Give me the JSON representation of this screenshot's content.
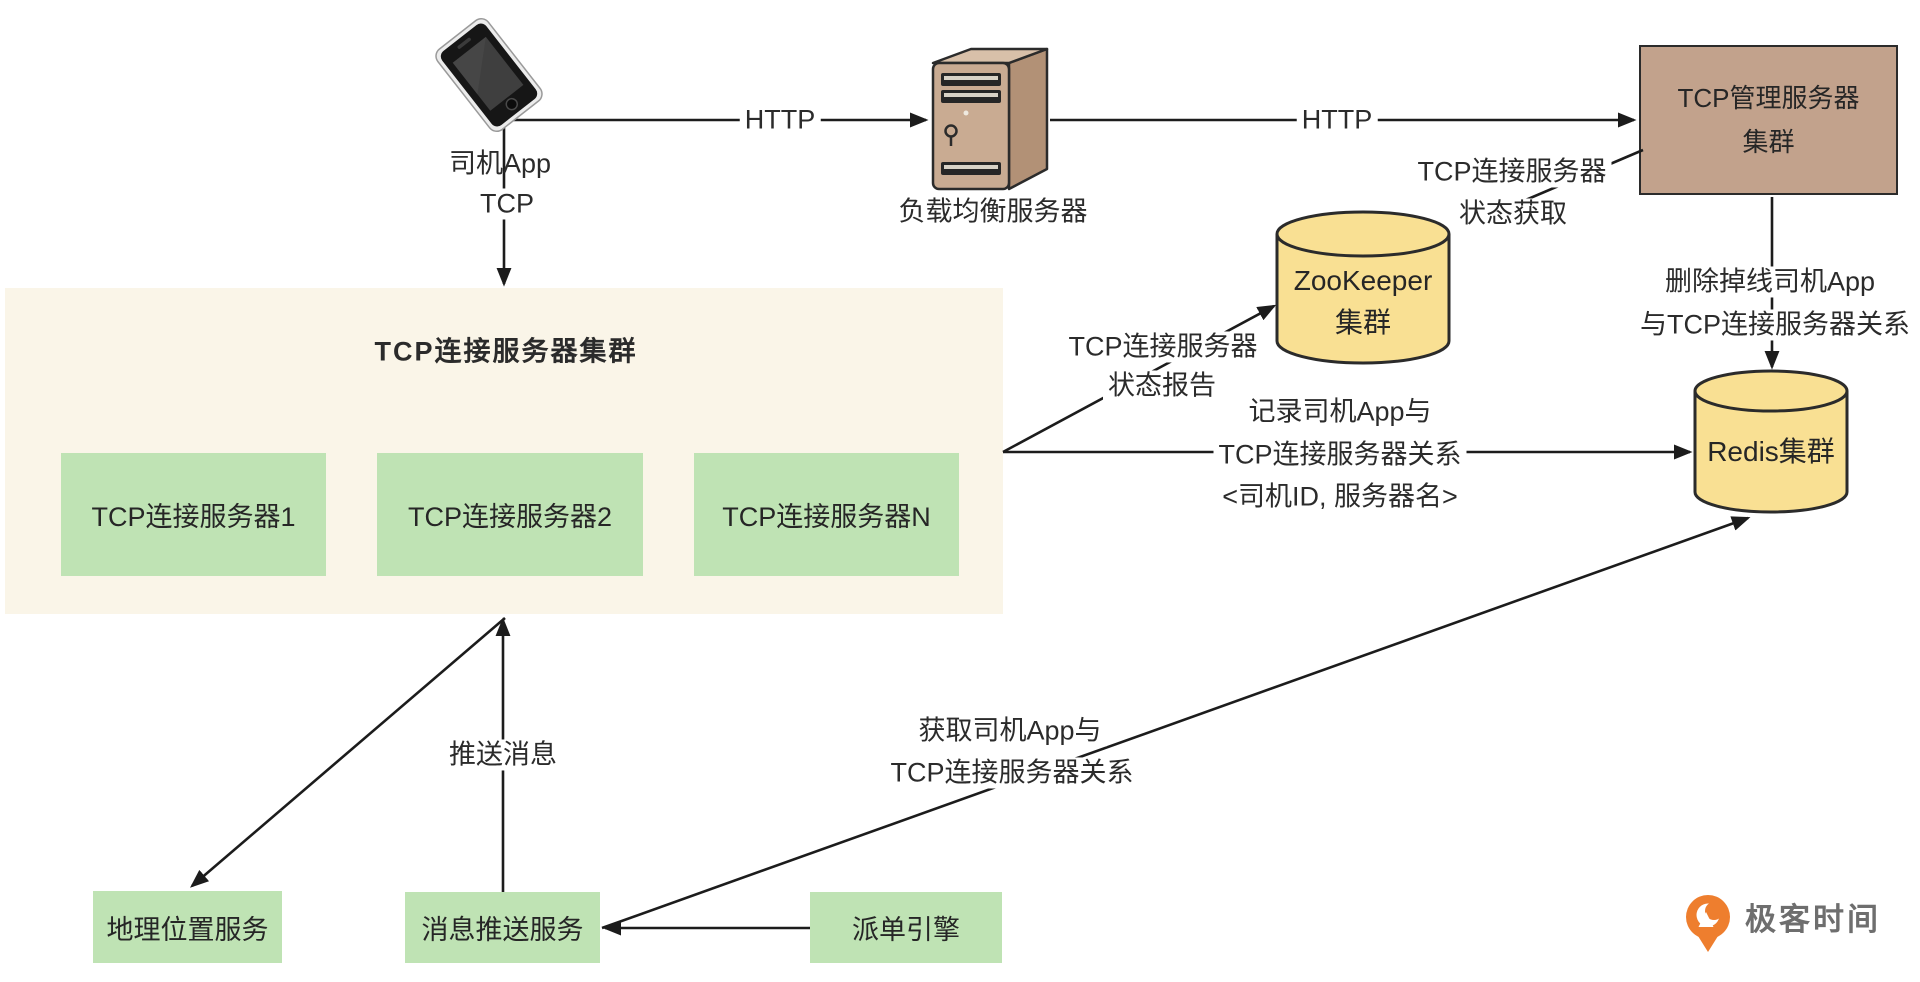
{
  "diagram": {
    "title_context": "TCP connection architecture diagram",
    "nodes": {
      "driver_app": "司机App",
      "load_balancer": "负载均衡服务器",
      "tcp_mgmt_cluster": [
        "TCP管理服务器",
        "集群"
      ],
      "tcp_conn_cluster_title": "TCP连接服务器集群",
      "tcp_conn_servers": [
        "TCP连接服务器1",
        "TCP连接服务器2",
        "TCP连接服务器N"
      ],
      "zookeeper_cluster": [
        "ZooKeeper",
        "集群"
      ],
      "redis_cluster": "Redis集群",
      "geo_service": "地理位置服务",
      "msg_push_service": "消息推送服务",
      "dispatch_engine": "派单引擎"
    },
    "edges": {
      "http_app_to_lb": "HTTP",
      "http_lb_to_mgmt": "HTTP",
      "tcp_app_to_cluster": "TCP",
      "status_fetch": [
        "TCP连接服务器",
        "状态获取"
      ],
      "status_report": [
        "TCP连接服务器",
        "状态报告"
      ],
      "delete_offline": [
        "删除掉线司机App",
        "与TCP连接服务器关系"
      ],
      "record_relation": [
        "记录司机App与",
        "TCP连接服务器关系",
        "<司机ID, 服务器名>"
      ],
      "fetch_relation": [
        "获取司机App与",
        "TCP连接服务器关系"
      ],
      "push_message": "推送消息"
    },
    "logo": {
      "brand": "极客时间"
    },
    "colors": {
      "cluster_bg": "#FAF5E8",
      "green_box": "#BFE3B4",
      "cylinder_yellow": "#F9E093",
      "mgmt_tan": "#C2A28C",
      "line": "#1C1C1C",
      "logo_orange": "#EE7E2E",
      "logo_gray": "#6E6E6E"
    }
  }
}
